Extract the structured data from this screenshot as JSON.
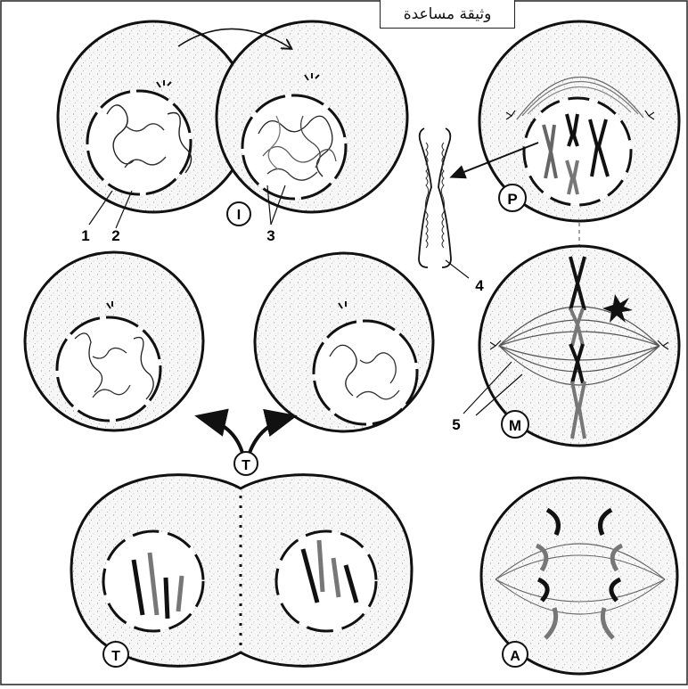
{
  "document": {
    "title": "وثيقة مساعدة"
  },
  "phase_labels": {
    "interphase": "I",
    "prophase": "P",
    "metaphase": "M",
    "anaphase": "A",
    "telophase": "T",
    "telophase_transition": "T"
  },
  "annotations": {
    "label_1": "1",
    "label_2": "2",
    "label_3": "3",
    "label_4": "4",
    "label_5": "5"
  }
}
